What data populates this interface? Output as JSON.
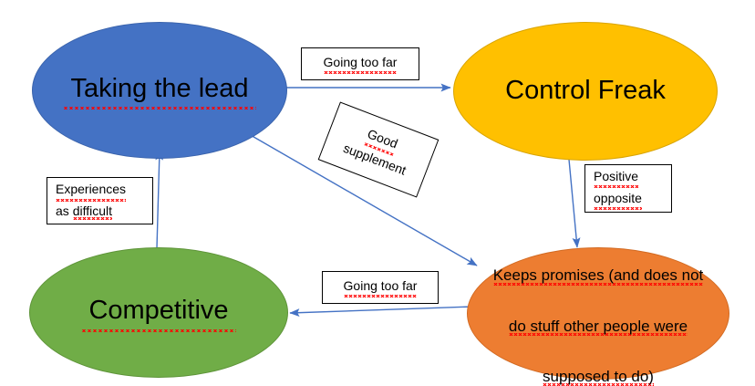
{
  "diagram": {
    "title": "Taking the lead behaviour model",
    "background_color": "#FFFFFF",
    "connector_color": "#4472C4",
    "nodes": [
      {
        "id": "taking-the-lead",
        "label": "Taking the lead",
        "shape": "ellipse",
        "fill": "#4472C4",
        "text_color": "#000000",
        "spellcheck_underline": true
      },
      {
        "id": "control-freak",
        "label": "Control Freak",
        "shape": "ellipse",
        "fill": "#FFC000",
        "text_color": "#000000",
        "spellcheck_underline": false
      },
      {
        "id": "competitive",
        "label": "Competitive",
        "shape": "ellipse",
        "fill": "#70AD47",
        "text_color": "#000000",
        "spellcheck_underline": true
      },
      {
        "id": "keeps-promises",
        "label": "Keeps promises (and does not do stuff other people were supposed to do)",
        "line1": "Keeps promises (and does not",
        "line2": "do stuff other people were",
        "line3": "supposed to do)",
        "shape": "ellipse",
        "fill": "#ED7D31",
        "text_color": "#000000",
        "spellcheck_underline": true
      }
    ],
    "edge_labels": [
      {
        "id": "going-too-far-top",
        "text": "Going too far",
        "from": "taking-the-lead",
        "to": "control-freak",
        "rotation_deg": 0
      },
      {
        "id": "good-supplement",
        "line1": "Good",
        "line2": "supplement",
        "text": "Good supplement",
        "from": "taking-the-lead",
        "to": "keeps-promises",
        "rotation_deg": 21
      },
      {
        "id": "positive-opposite",
        "line1": "Positive",
        "line2": "opposite",
        "text": "Positive opposite",
        "from": "control-freak",
        "to": "keeps-promises",
        "rotation_deg": 0
      },
      {
        "id": "going-too-far-bottom",
        "text": "Going too far",
        "from": "keeps-promises",
        "to": "competitive",
        "rotation_deg": 0
      },
      {
        "id": "experiences-as-difficult",
        "line1": "Experiences",
        "line2": "as difficult",
        "text": "Experiences as difficult",
        "from": "competitive",
        "to": "taking-the-lead",
        "rotation_deg": 0
      }
    ],
    "arrows": [
      {
        "id": "arrow-lead-to-freak",
        "from": "taking-the-lead",
        "to": "control-freak"
      },
      {
        "id": "arrow-lead-to-keeps",
        "from": "taking-the-lead",
        "to": "keeps-promises"
      },
      {
        "id": "arrow-freak-to-keeps",
        "from": "control-freak",
        "to": "keeps-promises"
      },
      {
        "id": "arrow-keeps-to-competitive",
        "from": "keeps-promises",
        "to": "competitive"
      },
      {
        "id": "arrow-competitive-to-lead",
        "from": "competitive",
        "to": "taking-the-lead"
      }
    ]
  }
}
